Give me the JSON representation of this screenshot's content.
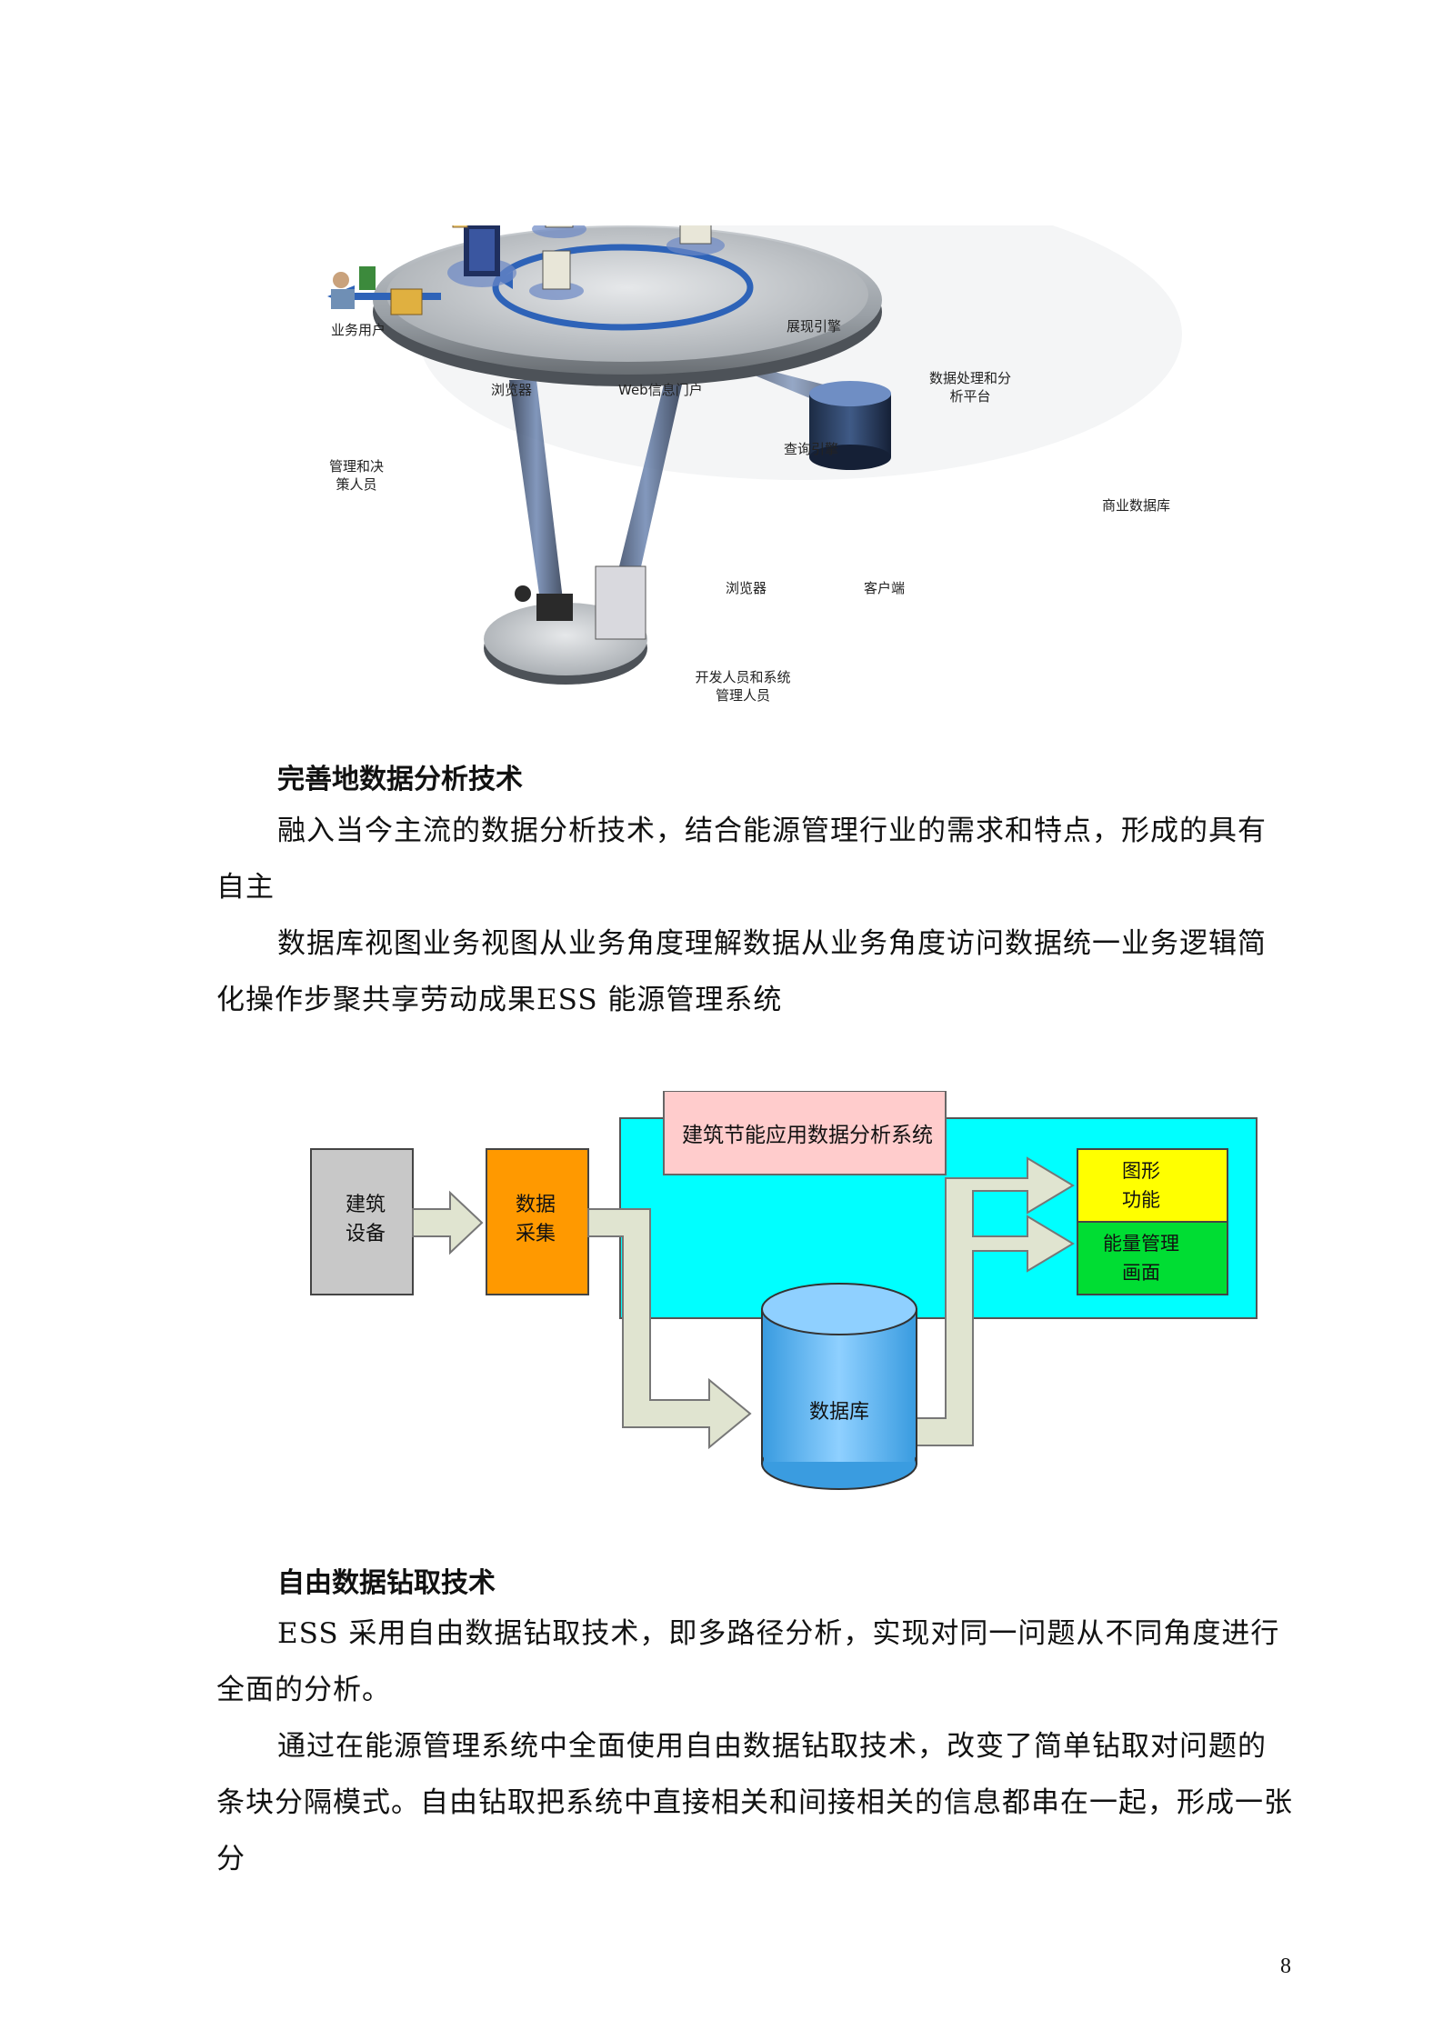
{
  "figure1": {
    "labels": {
      "business_user": "业务用户",
      "manager": "管理和决策人员",
      "browser_left": "浏览器",
      "web_portal": "Web信息门户",
      "display_engine": "展现引擎",
      "query_engine": "查询引擎",
      "processing_platform": "数据处理和分析平台",
      "commercial_db": "商业数据库",
      "browser_bottom": "浏览器",
      "client": "客户端",
      "developers": "开发人员和系统管理人员"
    }
  },
  "section1": {
    "heading": "完善地数据分析技术",
    "para1": "融入当今主流的数据分析技术，结合能源管理行业的需求和特点，形成的具有自主",
    "para2": "数据库视图业务视图从业务角度理解数据从业务角度访问数据统一业务逻辑简化操作步聚共享劳动成果ESS 能源管理系统"
  },
  "figure2": {
    "building_equipment": "建筑设备",
    "data_collection": "数据采集",
    "system_title": "建筑节能应用数据分析系统",
    "graphics": "图形功能",
    "energy_screen": "能量管理画面",
    "database": "数据库"
  },
  "section2": {
    "heading": "自由数据钻取技术",
    "para1": "ESS 采用自由数据钻取技术，即多路径分析，实现对同一问题从不同角度进行全面的分析。",
    "para2": "通过在能源管理系统中全面使用自由数据钻取技术，改变了简单钻取对问题的条块分隔模式。自由钻取把系统中直接相关和间接相关的信息都串在一起，形成一张分"
  },
  "page_number": "8"
}
